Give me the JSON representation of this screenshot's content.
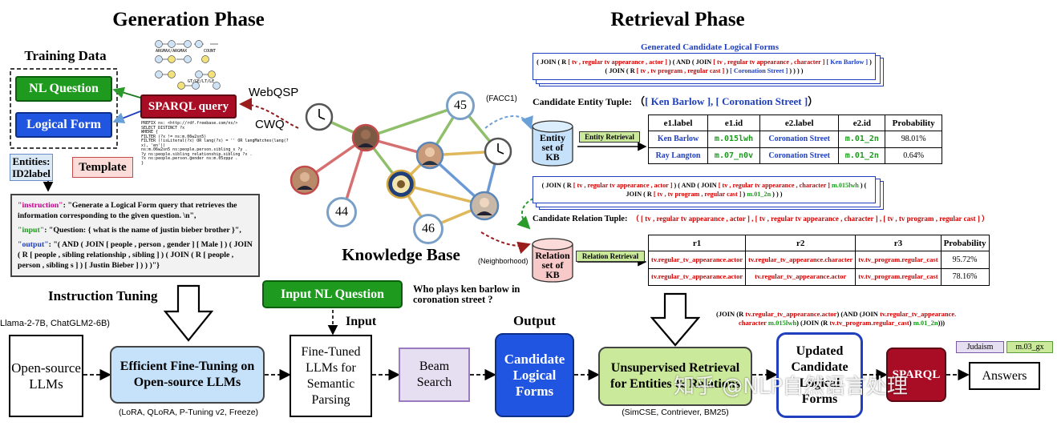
{
  "titles": {
    "generation": "Generation Phase",
    "retrieval": "Retrieval Phase",
    "training_data": "Training Data",
    "knowledge_base": "Knowledge Base"
  },
  "training": {
    "nl_question": "NL Question",
    "logical_form": "Logical Form",
    "sparql": "SPARQL query",
    "webqsp": "WebQSP",
    "cwq": "CWQ",
    "entities_line1": "Entities:",
    "entities_line2": "ID2label",
    "template": "Template",
    "sparql_lines": [
      "PREFIX ns: <http://rdf.freebase.com/ns/>",
      "SELECT DISTINCT ?x",
      "WHERE {",
      "FILTER (?x != ns:m.06w2sn5)",
      "FILTER (!isLiteral(?x) OR lang(?x) = '' OR langMatches(lang(?x), 'en'))",
      "ns:m.06w2sn5 ns:people.person.sibling_s ?y .",
      "?y ns:people.sibling_relationship.sibling ?x .",
      "?x ns:people.person.gender ns:m.05zppz .",
      "}"
    ],
    "graph_labels": [
      "ARGMAX/ARGMAX",
      "COUNT",
      "GT/GE/LT/LE"
    ]
  },
  "instruction": {
    "instruction_key": "\"instruction\"",
    "instruction_val": ": \"Generate a Logical Form query that retrieves the information corresponding to the given question. \\n\",",
    "input_key": "\"input\"",
    "input_val": ": \"Question: { what is the name of justin bieber brother }\",",
    "output_key": "\"output\"",
    "output_val": ": \"( AND ( JOIN [ people , person , gender ] [ Male ] ) ( JOIN ( R [ people , sibling relationship , sibling ] ) ( JOIN ( R [ people , person , sibling s ] ) [ Justin Bieber ] ) ) )\"}"
  },
  "kb": {
    "nodes": [
      "45",
      "44",
      "46"
    ],
    "facc1": "(FACC1)",
    "neighborhood": "(Neighborhood)"
  },
  "retrieval": {
    "generated_title": "Generated Candidate Logical Forms",
    "lf1": {
      "p1": "( JOIN ( R ",
      "p2": "[ tv , regular tv appearance , actor ]",
      "p3": " ) ( AND ( JOIN ",
      "p4": "[ tv , regular tv appearance , character ]",
      "p5": " ",
      "p6": "[ Ken Barlow ]",
      "p7": " ) ( JOIN ( R ",
      "p8": "[ tv , tv program , regular cast ]",
      "p9": " ) ",
      "p10": "[ Coronation Street ]",
      "p11": " ) ) ) )"
    },
    "entity_tuple_label": "Candidate Entity Tuple:",
    "entity_tuple_open": "（",
    "entity_tuple_value": "[ Ken Barlow ], [ Coronation Street ]",
    "entity_tuple_close": "）",
    "entity_set_l1": "Entity",
    "entity_set_l2": "set of",
    "entity_set_l3": "KB",
    "entity_retrieval": "Entity Retrieval",
    "entity_table": {
      "headers": [
        "e1.label",
        "e1.id",
        "e2.label",
        "e2.id",
        "Probability"
      ],
      "rows": [
        [
          "Ken Barlow",
          "m.015lwh",
          "Coronation Street",
          "m.01_2n",
          "98.01%"
        ],
        [
          "Ray Langton",
          "m.07_n0v",
          "Coronation Street",
          "m.01_2n",
          "0.64%"
        ]
      ]
    },
    "lf2": {
      "p1": "( JOIN ( R ",
      "p2": "[ tv , regular tv appearance , actor ]",
      "p3": " ) ( AND ( JOIN ",
      "p4": "[ tv , regular tv appearance , character ]",
      "p5": " ",
      "p6": "m.015lwh",
      "p7": " ) ( JOIN ( R ",
      "p8": "[ tv , tv program , regular cast ]",
      "p9": " ) ",
      "p10": "m.01_2n",
      "p11": " ) ) )"
    },
    "relation_tuple_label": "Candidate Relation Tuple:",
    "relation_tuple_value": "（ [ tv , regular tv appearance , actor ] , [ tv , regular tv appearance , character ] , [ tv , tv program , regular cast ] ）",
    "relation_set_l1": "Relation",
    "relation_set_l2": "set of",
    "relation_set_l3": "KB",
    "relation_retrieval": "Relation Retrieval",
    "relation_table": {
      "headers": [
        "r1",
        "r2",
        "r3",
        "Probability"
      ],
      "rows": [
        [
          "tv.regular_tv_appearance.actor",
          "tv.regular_tv_appearance.character",
          "tv.tv_program.regular_cast",
          "95.72%"
        ],
        [
          "tv.regular_tv_appearance.actor",
          "tv.regular_tv_appearance.actor",
          "tv.tv_program.regular_cast",
          "78.16%"
        ]
      ]
    }
  },
  "pipeline": {
    "instruction_tuning": "Instruction Tuning",
    "models_note": "Llama-2-7B, ChatGLM2-6B)",
    "open_source": "Open-source LLMs",
    "efficient": "Efficient Fine-Tuning on Open-source LLMs",
    "efficient_note": "(LoRA, QLoRA, P-Tuning v2, Freeze)",
    "input_nl_question": "Input NL Question",
    "question_text": "Who plays ken barlow in coronation street ?",
    "input": "Input",
    "fine_tuned": "Fine-Tuned LLMs for Semantic Parsing",
    "beam_search": "Beam Search",
    "output": "Output",
    "candidate_lf": "Candidate Logical Forms",
    "unsupervised": "Unsupervised Retrieval for Entities & Relations",
    "unsupervised_note": "(SimCSE, Contriever, BM25)",
    "updated": "Updated Candidate Logical Forms",
    "sparql": "SPARQL",
    "answers": "Answers",
    "answer_tags": [
      "Judaism",
      "m.03_gx"
    ],
    "final_lf": {
      "a": "(JOIN (R ",
      "b": "tv.regular_tv_appearance.actor",
      "c": ") (AND (JOIN ",
      "d": "tv.regular_tv_appearance.",
      "e": "character",
      "f": " m.015lwh",
      "g": ") (JOIN (R ",
      "h": "tv.tv_program.regular_cast",
      "i": ") ",
      "j": "m.01_2n",
      "k": ")))"
    }
  },
  "watermark": "知乎 @NLP自然语言处理",
  "colors": {
    "green_box": "#1e9b1e",
    "blue_box": "#1f55e0",
    "sparql_red": "#a80d25",
    "light_blue": "#c6e2fb",
    "light_green": "#cbe99a",
    "purple": "#e6dff2"
  }
}
